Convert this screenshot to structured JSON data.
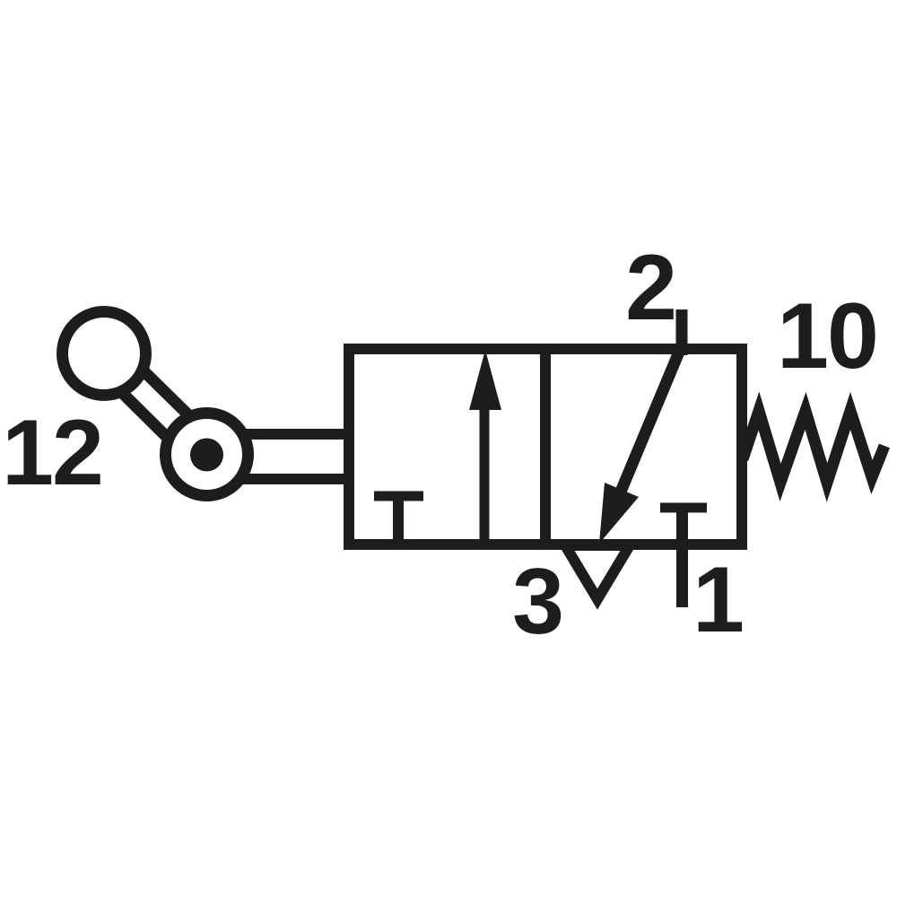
{
  "diagram": {
    "kind": "pneumatic-valve-schematic",
    "subtype": "3/2-way valve, lever actuated, spring return",
    "colors": {
      "line": "#1d1d1d",
      "background": "#ffffff"
    },
    "labels": {
      "actuator": "12",
      "port_outlet": "2",
      "spring": "10",
      "port_exhaust": "3",
      "port_supply": "1"
    }
  }
}
